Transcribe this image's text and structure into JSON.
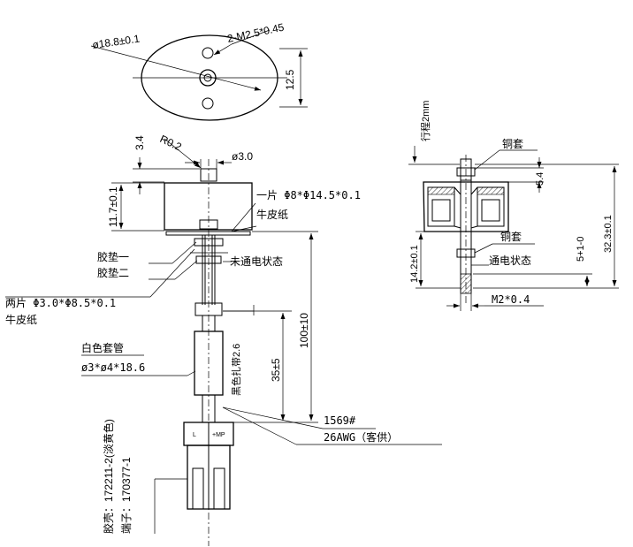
{
  "top_view": {
    "diameter": "ø18.8±0.1",
    "thread": "2-M2.5*0.45",
    "height_dim": "12.5"
  },
  "side_view": {
    "dim_3_4": "3.4",
    "radius": "R0.2",
    "shaft_dia": "ø3.0",
    "body_height": "11.7±0.1",
    "washer_spec": "一片 Φ8*Φ14.5*0.1",
    "washer_material": "牛皮纸",
    "gasket1": "胶垫一",
    "gasket2": "胶垫二",
    "state_off": "未通电状态",
    "washer2_spec": "两片 Φ3.0*Φ8.5*0.1",
    "washer2_material": "牛皮纸",
    "sleeve_label": "白色套管",
    "sleeve_spec": "ø3*ø4*18.6",
    "black_tube": "黑色扎带2.6",
    "len_35": "35±5",
    "len_100": "100±10",
    "wire_code": "1569#",
    "wire_spec": "26AWG（客供）",
    "housing": "胶壳：172211-2(淡黄色)",
    "terminal": "端子：170377-1",
    "connector_pin1": "L",
    "connector_pin2": "+MP"
  },
  "section_view": {
    "stroke": "行程2mm",
    "copper_sleeve_top": "铜套",
    "dim_5_4": "5.4",
    "total_height": "32.3±0.1",
    "copper_sleeve_bottom": "铜套",
    "state_on": "通电状态",
    "dim_14_2": "14.2±0.1",
    "dim_5": "5+1-0",
    "thread_spec": "M2*0.4"
  }
}
